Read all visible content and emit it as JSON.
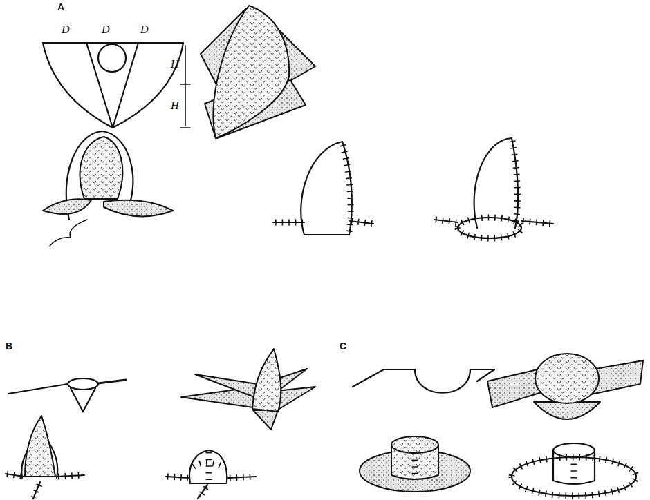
{
  "diagram": {
    "labels": [
      "A",
      "D",
      "D",
      "D",
      "H",
      "H",
      "B",
      "C"
    ]
  }
}
